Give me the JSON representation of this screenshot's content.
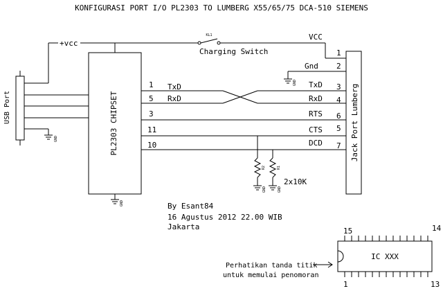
{
  "title": "KONFIGURASI PORT I/O PL2303 TO LUMBERG X55/65/75 DCA-510 SIEMENS",
  "chip_label": "PL2303 CHIPSET",
  "usb_label": "USB Port",
  "jack_label": "Jack Port Lumberg",
  "vcc_plus": "+vcc",
  "switch_ref": "KL1",
  "switch_label": "Charging Switch",
  "vcc_label": "VCC",
  "gnd_label": "Gnd",
  "gnd_symbol_text": "GND",
  "chip_pins": [
    "1",
    "5",
    "3",
    "11",
    "10"
  ],
  "chip_signals": [
    "TxD",
    "RxD"
  ],
  "jack_signals": [
    "TxD",
    "RxD",
    "RTS",
    "CTS",
    "DCD"
  ],
  "jack_pins": [
    "1",
    "2",
    "3",
    "4",
    "6",
    "5",
    "7"
  ],
  "resistor_refs": [
    "R2",
    "R1"
  ],
  "resistor_value": "2x10K",
  "credit": {
    "author": "By Esant84",
    "date": "16 Agustus 2012 22.00 WIB",
    "place": "Jakarta"
  },
  "ic": {
    "label": "IC XXX",
    "pin_top_left": "15",
    "pin_top_right": "14",
    "pin_bottom_left": "1",
    "pin_bottom_right": "13",
    "note_line1": "Perhatikan tanda titik",
    "note_line2": "untuk memulai penomoran"
  }
}
